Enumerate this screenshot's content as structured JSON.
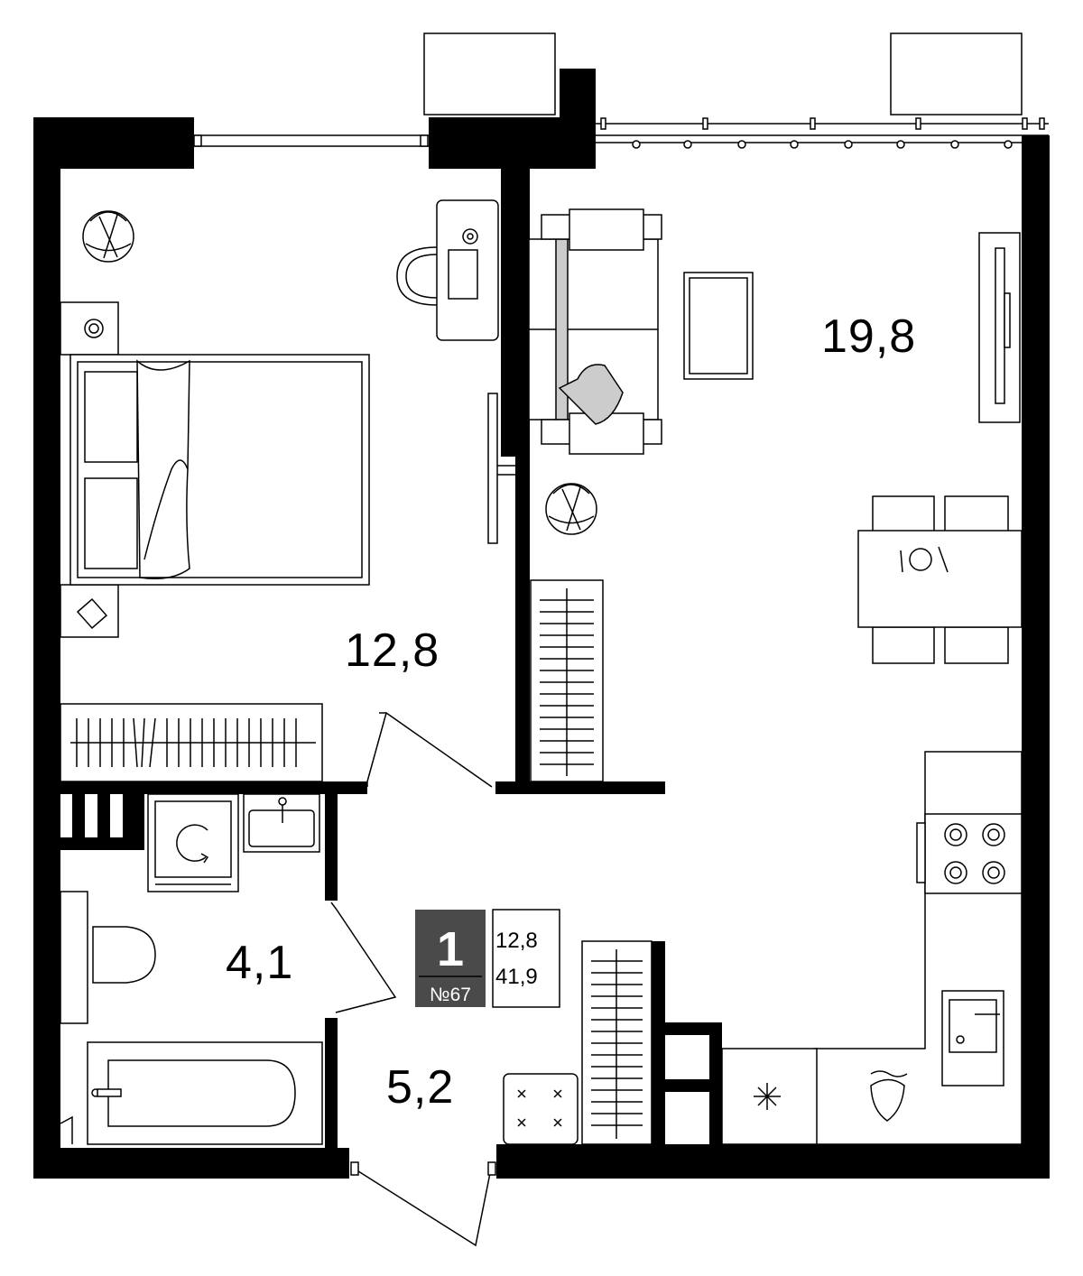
{
  "rooms": {
    "bedroom_area": "12,8",
    "living_kitchen_area": "19,8",
    "bathroom_area": "4,1",
    "hallway_area": "5,2"
  },
  "apartment_info": {
    "room_count": "1",
    "unit_number": "№67",
    "living_area": "12,8",
    "total_area": "41,9"
  },
  "colors": {
    "wall": "#000000",
    "badge_background": "#4a4a4a",
    "accent_fill": "#cccccc"
  }
}
